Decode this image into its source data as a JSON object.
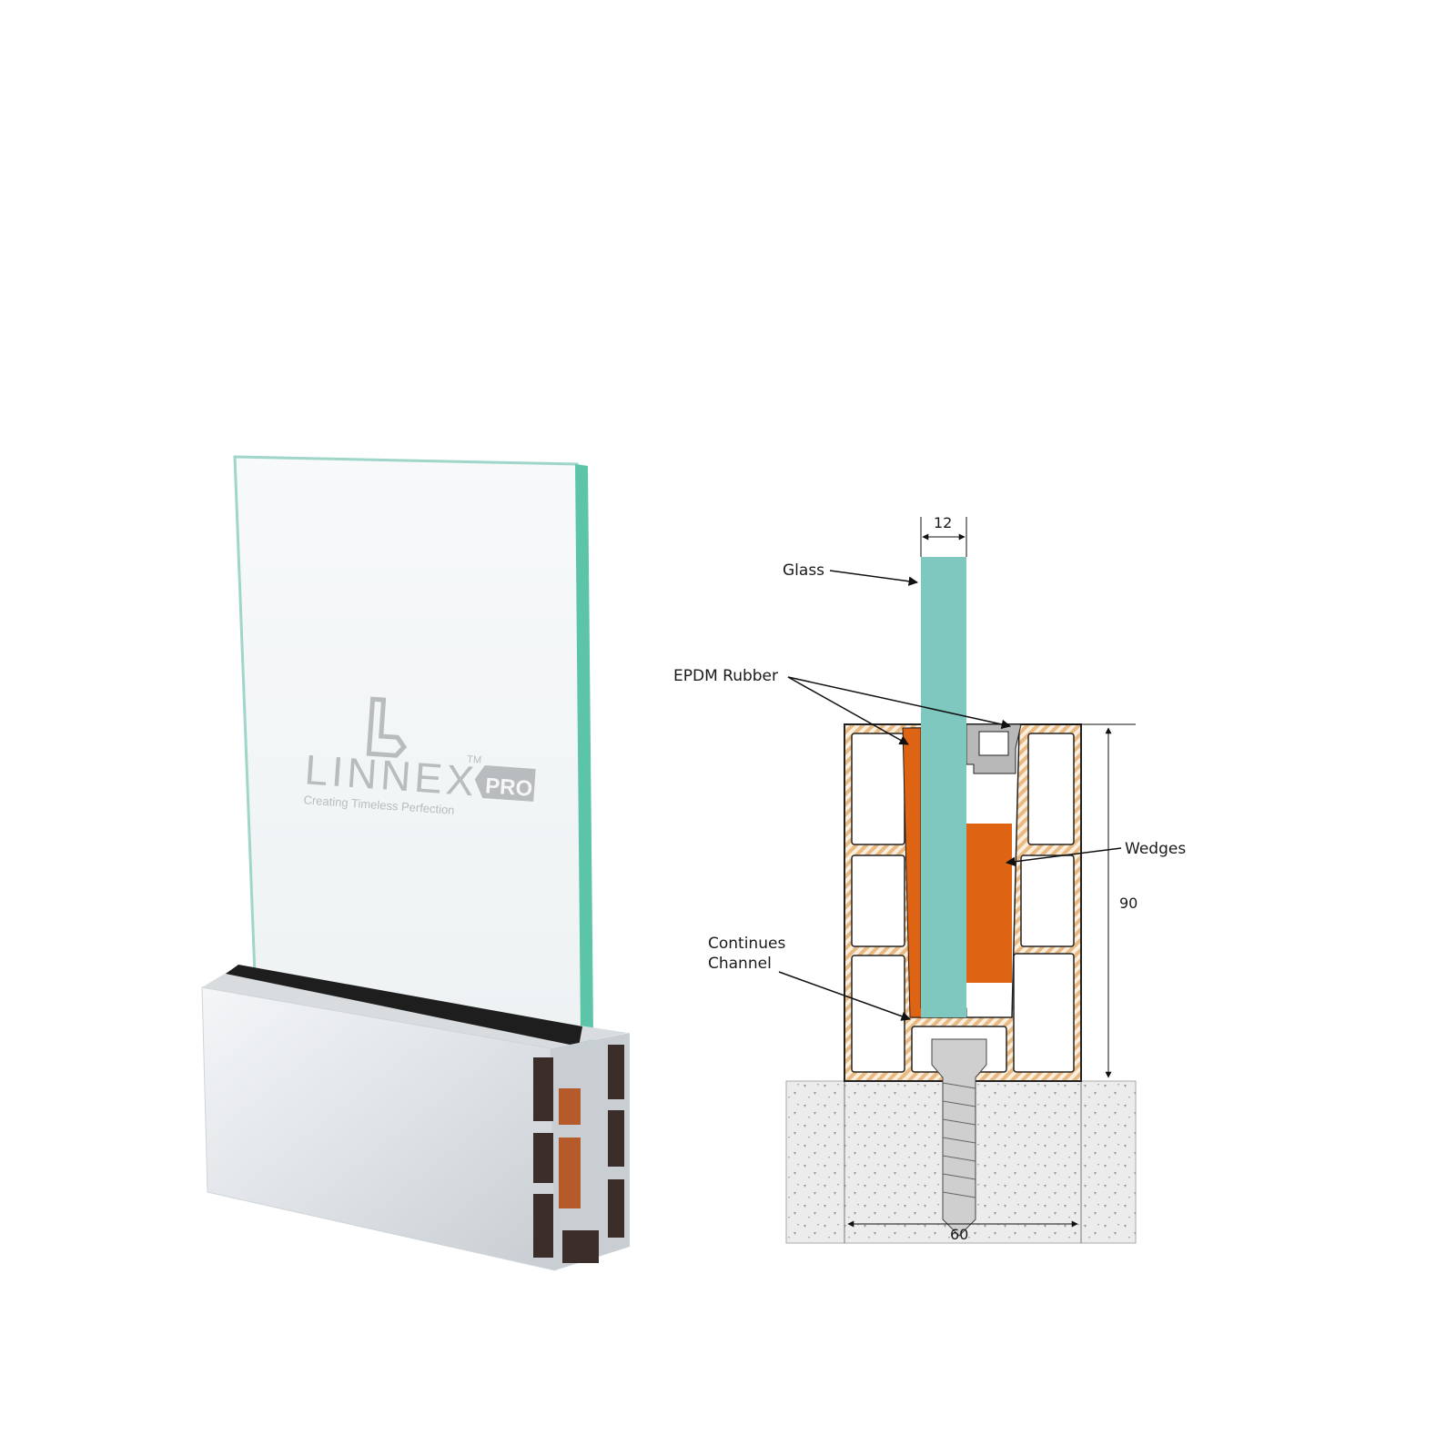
{
  "product_photo": {
    "logo": {
      "brand": "LINNEX",
      "trademark": "TM",
      "badge": "PRO",
      "tagline": "Creating Timeless Perfection"
    }
  },
  "cross_section": {
    "labels": {
      "glass": "Glass",
      "epdm_rubber": "EPDM Rubber",
      "wedges": "Wedges",
      "channel_line1": "Continues",
      "channel_line2": "Channel"
    },
    "dimensions": {
      "glass_thickness": "12",
      "height": "90",
      "width": "60"
    },
    "colors": {
      "glass": "#7fc8bf",
      "wedge": "#de6414",
      "profile_hatch": "#efc89b",
      "concrete": "#e6e6e6"
    }
  }
}
